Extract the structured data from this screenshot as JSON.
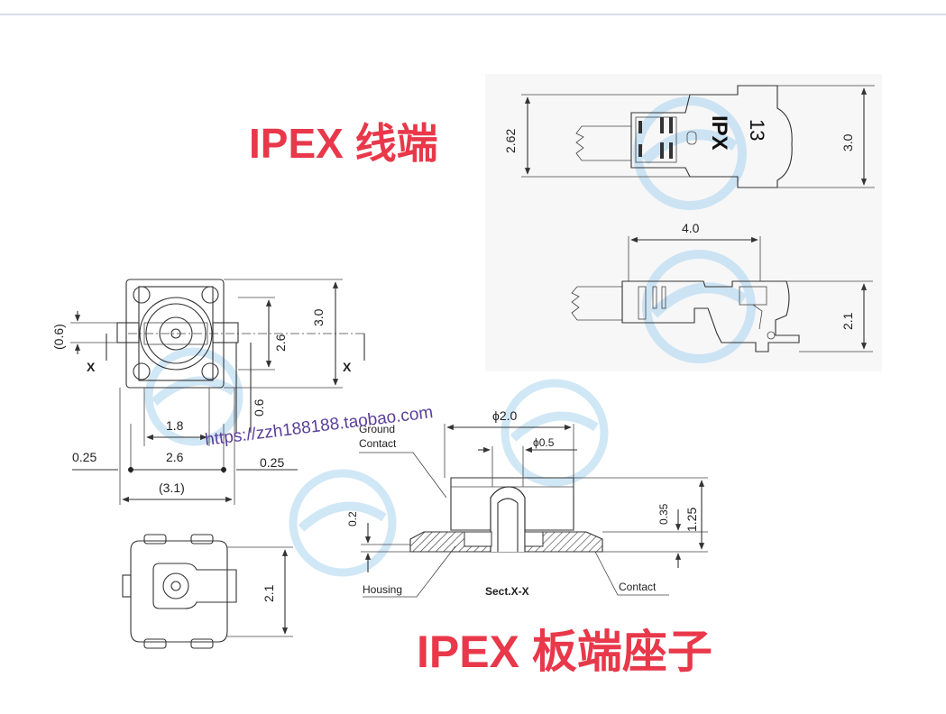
{
  "titles": {
    "cable_end": "IPEX 线端",
    "board_end": "IPEX 板端座子"
  },
  "watermark_url": "https://zzh188188.taobao.com",
  "plug_top": {
    "marking_brand": "IPX",
    "marking_code": "13",
    "dim_height": "2.62",
    "dim_width": "3.0"
  },
  "plug_side": {
    "dim_length": "4.0",
    "dim_height": "2.1"
  },
  "receptacle_top": {
    "dim_06_paren": "(0.6)",
    "section_mark_left": "X",
    "section_mark_right": "X",
    "dim_26_vert": "2.6",
    "dim_30_vert": "3.0",
    "dim_06_vert": "0.6",
    "dim_18": "1.8",
    "dim_025_left": "0.25",
    "dim_26_horiz": "2.6",
    "dim_025_right": "0.25",
    "dim_31_paren": "(3.1)"
  },
  "receptacle_bottom": {
    "dim_21": "2.1"
  },
  "section": {
    "dim_phi20": "ϕ2.0",
    "dim_phi05": "ϕ0.5",
    "label_ground": "Ground",
    "label_contact_top": "Contact",
    "dim_02": "0.2",
    "dim_035": "0.35",
    "dim_125": "1.25",
    "label_housing": "Housing",
    "label_section": "Sect.X-X",
    "label_contact": "Contact"
  },
  "colors": {
    "title_red": "#e8384a",
    "watermark_blue": "#a9d3ef",
    "url_purple": "#5a3f9b",
    "line": "#333333"
  }
}
